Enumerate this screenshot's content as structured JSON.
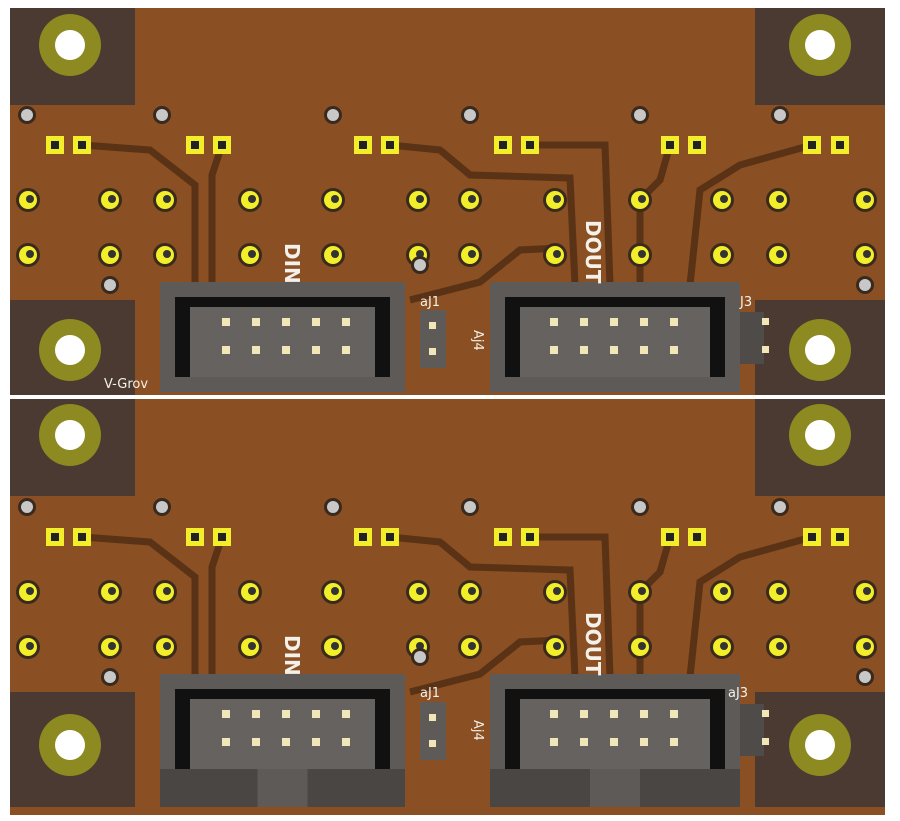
{
  "panels": [
    {
      "din_label": "DIN",
      "dout_label": "DOUT",
      "jumper1_label": "aJ1",
      "jumper4_label": "Aj4",
      "header3_label": "J3",
      "vgroove_label": "V-Grov"
    },
    {
      "din_label": "DIN",
      "dout_label": "DOUT",
      "jumper1_label": "aJ1",
      "jumper4_label": "Aj4",
      "header3_label": "aJ3"
    }
  ],
  "colors": {
    "copper": "#8a4f22",
    "mask_dark": "#4b3a31",
    "pad_yellow": "#f2ee2a",
    "hole_ring": "#8c8a20",
    "connector": "#5e5a57",
    "silk": "#f4f0ea"
  }
}
